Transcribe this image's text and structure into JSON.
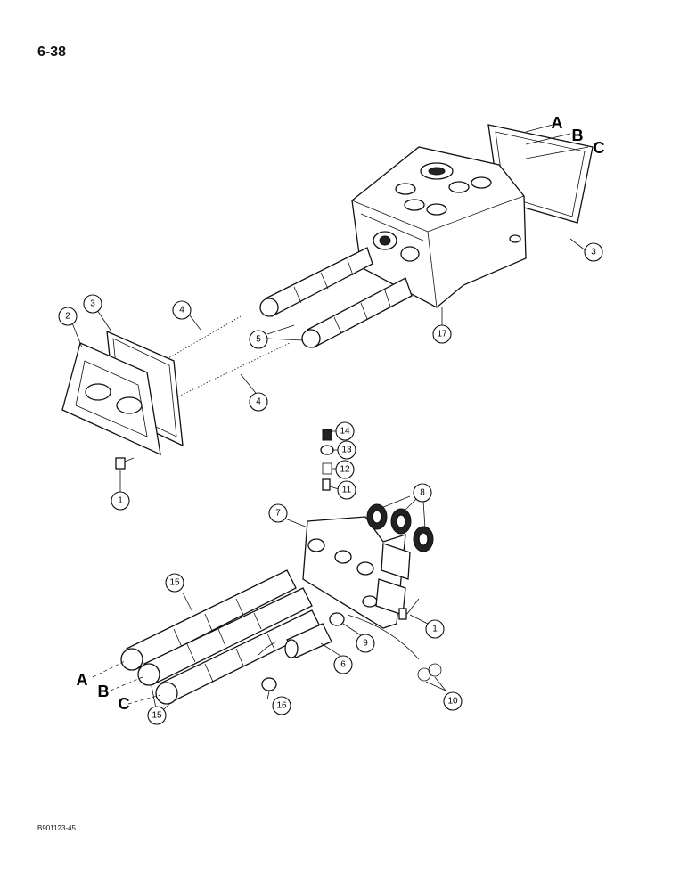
{
  "page": {
    "number": "6-38",
    "figure_code": "B901123-45"
  },
  "callouts": {
    "c1a": "1",
    "c1b": "1",
    "c2": "2",
    "c3a": "3",
    "c3b": "3",
    "c4a": "4",
    "c4b": "4",
    "c5": "5",
    "c6": "6",
    "c7": "7",
    "c8": "8",
    "c9": "9",
    "c10": "10",
    "c11": "11",
    "c12": "12",
    "c13": "13",
    "c14": "14",
    "c15a": "15",
    "c15b": "15",
    "c16": "16",
    "c17": "17"
  },
  "letters": {
    "top_a": "A",
    "top_b": "B",
    "top_c": "C",
    "bottom_a": "A",
    "bottom_b": "B",
    "bottom_c": "C"
  }
}
